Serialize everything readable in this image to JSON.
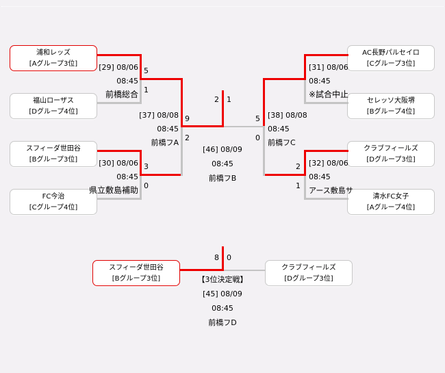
{
  "colors": {
    "win_line": "#ee0000",
    "lose_line": "#c4c4c4",
    "background": "#f3f1f4"
  },
  "teams": {
    "urawa": {
      "name": "浦和レッズ",
      "group": "[Aグループ3位]"
    },
    "fukuyama": {
      "name": "福山ローザス",
      "group": "[Dグループ4位]"
    },
    "sfida_r1": {
      "name": "スフィーダ世田谷",
      "group": "[Bグループ3位]"
    },
    "imabari": {
      "name": "FC今治",
      "group": "[Cグループ4位]"
    },
    "nagano": {
      "name": "AC長野パルセイロ",
      "group": "[Cグループ3位]"
    },
    "cerezo": {
      "name": "セレッソ大阪堺",
      "group": "[Bグループ4位]"
    },
    "fields_r1": {
      "name": "クラブフィールズ",
      "group": "[Dグループ3位]"
    },
    "shimizu": {
      "name": "清水FC女子",
      "group": "[Aグループ4位]"
    },
    "sfida_3rd": {
      "name": "スフィーダ世田谷",
      "group": "[Bグループ3位]"
    },
    "fields_3rd": {
      "name": "クラブフィールズ",
      "group": "[Dグループ3位]"
    }
  },
  "matches": {
    "m29": {
      "no": "[29] 08/06",
      "time": "08:45",
      "venue": "前橋総合",
      "score_top": "5",
      "score_bottom": "1"
    },
    "m30": {
      "no": "[30] 08/06",
      "time": "08:45",
      "venue": "県立敷島補助",
      "score_top": "3",
      "score_bottom": "0"
    },
    "m31": {
      "no": "[31] 08/06",
      "time": "08:45",
      "venue": "※試合中止"
    },
    "m32": {
      "no": "[32] 08/06",
      "time": "08:45",
      "venue": "アース敷島サ",
      "score_top": "2",
      "score_bottom": "1"
    },
    "m37": {
      "no": "[37] 08/08",
      "time": "08:45",
      "venue": "前橋フA",
      "score_top": "9",
      "score_bottom": "2"
    },
    "m38": {
      "no": "[38] 08/08",
      "time": "08:45",
      "venue": "前橋フC",
      "score_top": "5",
      "score_bottom": "0"
    },
    "m46": {
      "no": "[46] 08/09",
      "time": "08:45",
      "venue": "前橋フB",
      "score_left": "2",
      "score_right": "1"
    },
    "m45": {
      "title": "【3位決定戦】",
      "no": "[45] 08/09",
      "time": "08:45",
      "venue": "前橋フD",
      "score_left": "8",
      "score_right": "0"
    }
  }
}
